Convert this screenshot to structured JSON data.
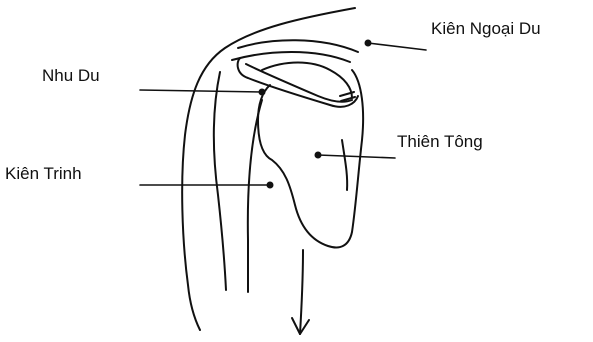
{
  "labels": {
    "kien_ngoai_du": "Kiên Ngoại Du",
    "nhu_du": "Nhu Du",
    "thien_tong": "Thiên Tông",
    "kien_trinh": "Kiên Trinh"
  },
  "colors": {
    "ink": "#111111",
    "background": "#ffffff"
  }
}
